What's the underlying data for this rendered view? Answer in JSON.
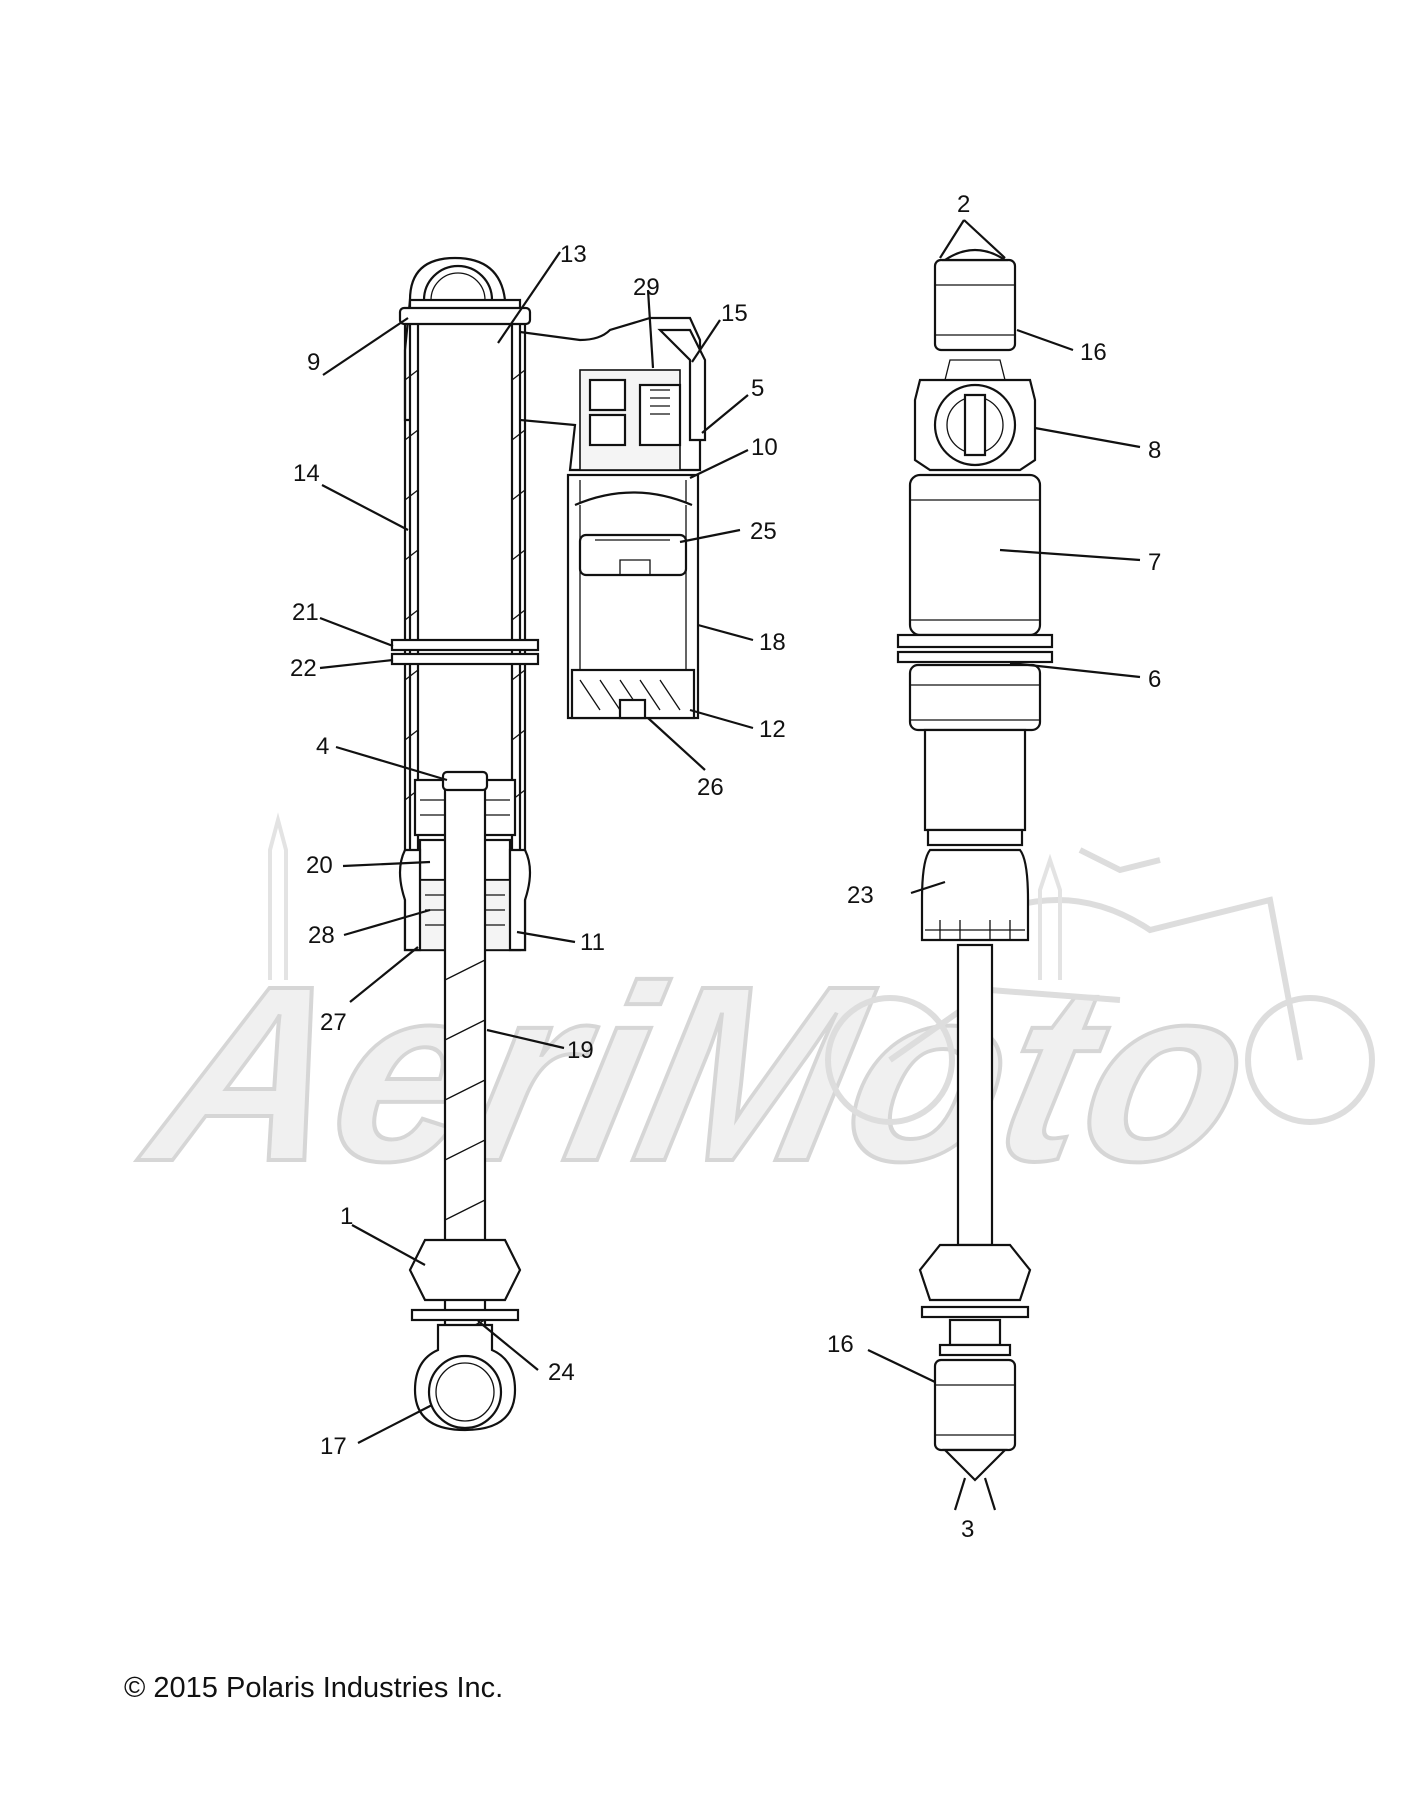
{
  "watermark": {
    "text": "AeriMoto"
  },
  "copyright": "© 2015 Polaris Industries Inc.",
  "callouts": [
    {
      "id": "c1",
      "label": "1"
    },
    {
      "id": "c2",
      "label": "2"
    },
    {
      "id": "c3",
      "label": "3"
    },
    {
      "id": "c4",
      "label": "4"
    },
    {
      "id": "c5",
      "label": "5"
    },
    {
      "id": "c6",
      "label": "6"
    },
    {
      "id": "c7",
      "label": "7"
    },
    {
      "id": "c8",
      "label": "8"
    },
    {
      "id": "c9",
      "label": "9"
    },
    {
      "id": "c10",
      "label": "10"
    },
    {
      "id": "c11",
      "label": "11"
    },
    {
      "id": "c12",
      "label": "12"
    },
    {
      "id": "c13",
      "label": "13"
    },
    {
      "id": "c14",
      "label": "14"
    },
    {
      "id": "c15",
      "label": "15"
    },
    {
      "id": "c16a",
      "label": "16"
    },
    {
      "id": "c16b",
      "label": "16"
    },
    {
      "id": "c17",
      "label": "17"
    },
    {
      "id": "c18",
      "label": "18"
    },
    {
      "id": "c19",
      "label": "19"
    },
    {
      "id": "c20",
      "label": "20"
    },
    {
      "id": "c21",
      "label": "21"
    },
    {
      "id": "c22",
      "label": "22"
    },
    {
      "id": "c23",
      "label": "23"
    },
    {
      "id": "c24",
      "label": "24"
    },
    {
      "id": "c25",
      "label": "25"
    },
    {
      "id": "c26",
      "label": "26"
    },
    {
      "id": "c27",
      "label": "27"
    },
    {
      "id": "c28",
      "label": "28"
    },
    {
      "id": "c29",
      "label": "29"
    }
  ]
}
